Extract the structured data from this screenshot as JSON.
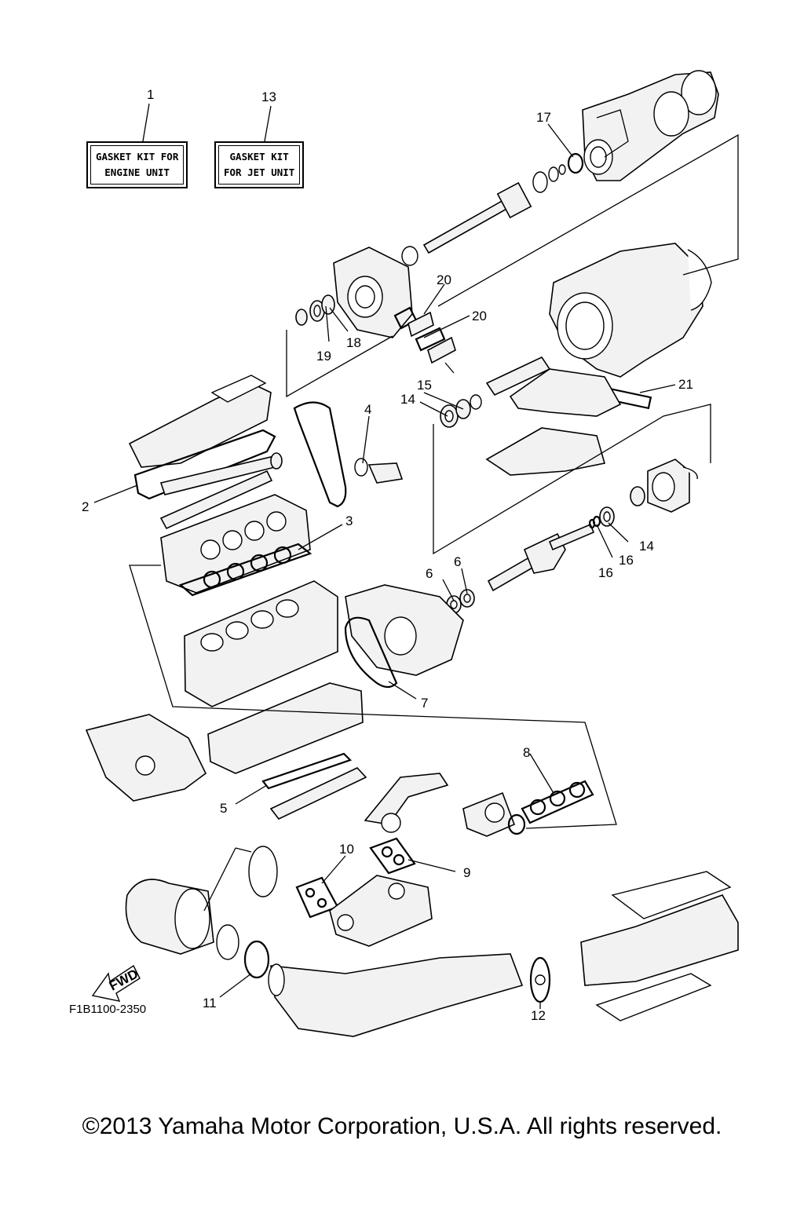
{
  "kit_labels": {
    "engine": {
      "line1": "GASKET KIT FOR",
      "line2": "ENGINE UNIT"
    },
    "jet": {
      "line1": "GASKET KIT",
      "line2": "FOR JET UNIT"
    }
  },
  "callouts": {
    "c1": "1",
    "c2": "2",
    "c3": "3",
    "c4": "4",
    "c5": "5",
    "c6a": "6",
    "c6b": "6",
    "c7": "7",
    "c8": "8",
    "c9": "9",
    "c10": "10",
    "c11": "11",
    "c12": "12",
    "c13": "13",
    "c14a": "14",
    "c14b": "14",
    "c15": "15",
    "c16a": "16",
    "c16b": "16",
    "c17": "17",
    "c18": "18",
    "c19": "19",
    "c20a": "20",
    "c20b": "20",
    "c21": "21"
  },
  "fwd_arrow": "FWD",
  "diagram_code": "F1B1100-2350",
  "copyright": "©2013 Yamaha Motor Corporation, U.S.A. All rights reserved."
}
